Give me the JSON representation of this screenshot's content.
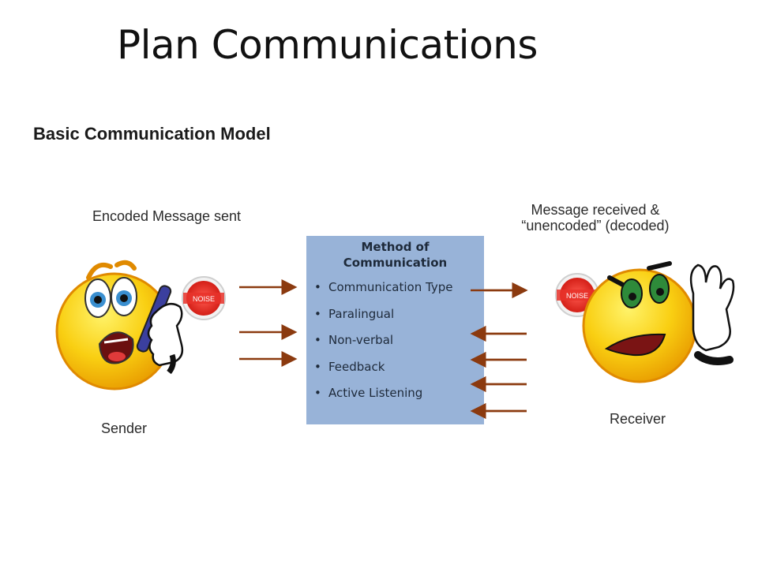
{
  "title": "Plan Communications",
  "subtitle": "Basic Communication Model",
  "labels": {
    "encoded": "Encoded Message sent",
    "received_line1": "Message received &",
    "received_line2": "“unencoded” (decoded)",
    "sender": "Sender",
    "receiver": "Receiver"
  },
  "method": {
    "title_line1": "Method of",
    "title_line2": "Communication",
    "items": [
      "Communication Type",
      "Paralingual",
      "Non-verbal",
      "Feedback",
      "Active Listening"
    ]
  },
  "noise": {
    "left": "NOISE",
    "right": "NOISE"
  },
  "colors": {
    "arrow": "#8b3a0f",
    "box": "#98b3d8",
    "face": "#f7c500",
    "noise_red": "#e8332a"
  }
}
